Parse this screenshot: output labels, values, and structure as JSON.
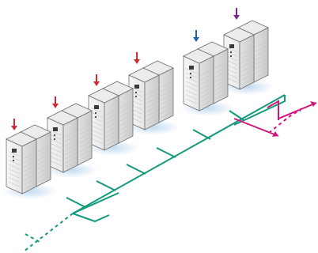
{
  "colors": {
    "background": "#ffffff",
    "cabinet_front": "#f4f4f4",
    "cabinet_side": "#d9d9d9",
    "cabinet_top": "#ececec",
    "cabinet_outline": "#6e6e6e",
    "vent_lines": "#c6c6c6",
    "floor_glow": "#bcd6ee",
    "bus_line": "#139a7c",
    "branch_line": "#d4147d",
    "arrow_red": "#d7262d",
    "arrow_blue": "#1f5fb4",
    "arrow_purple": "#7a2a8c"
  },
  "diagram": {
    "unit_count": 6,
    "units": [
      {
        "id": "unit-1",
        "indicator": "red-down-arrow"
      },
      {
        "id": "unit-2",
        "indicator": "red-down-arrow"
      },
      {
        "id": "unit-3",
        "indicator": "red-down-arrow"
      },
      {
        "id": "unit-4",
        "indicator": "red-down-arrow"
      },
      {
        "id": "unit-5",
        "indicator": "blue-down-arrow"
      },
      {
        "id": "unit-6",
        "indicator": "purple-down-arrow"
      }
    ],
    "connections": [
      {
        "id": "common-bus",
        "style": "solid",
        "color_key": "bus_line"
      },
      {
        "id": "bus-continuation",
        "style": "dashed",
        "color_key": "bus_line"
      },
      {
        "id": "output-branch",
        "style": "solid+dashed",
        "color_key": "branch_line"
      }
    ]
  }
}
